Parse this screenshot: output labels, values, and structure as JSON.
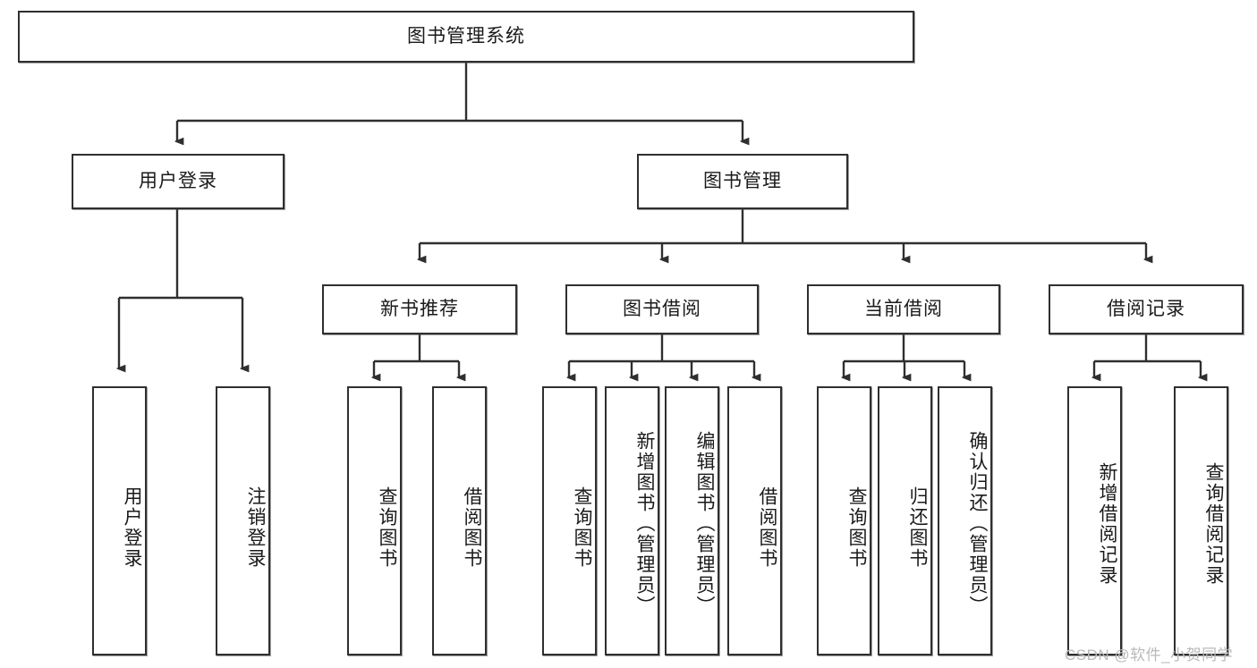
{
  "diagram": {
    "type": "hierarchy-tree",
    "title_node": {
      "label": "图书管理系统"
    },
    "level2": [
      {
        "label": "用户登录"
      },
      {
        "label": "图书管理"
      }
    ],
    "level3": [
      {
        "label": "新书推荐"
      },
      {
        "label": "图书借阅"
      },
      {
        "label": "当前借阅"
      },
      {
        "label": "借阅记录"
      }
    ],
    "leaves": {
      "user_login": [
        {
          "label": "用户登录"
        },
        {
          "label": "注销登录"
        }
      ],
      "new_book_recommend": [
        {
          "label": "查询图书"
        },
        {
          "label": "借阅图书"
        }
      ],
      "book_borrow": [
        {
          "label": "查询图书"
        },
        {
          "label": "新增图书（管理员）"
        },
        {
          "label": "编辑图书（管理员）"
        },
        {
          "label": "借阅图书"
        }
      ],
      "current_borrow": [
        {
          "label": "查询图书"
        },
        {
          "label": "归还图书"
        },
        {
          "label": "确认归还（管理员）"
        }
      ],
      "borrow_record": [
        {
          "label": "新增借阅记录"
        },
        {
          "label": "查询借阅记录"
        }
      ]
    }
  },
  "watermark": {
    "text": "CSDN @软件_小贺同学"
  },
  "colors": {
    "border": "#2f2f2f",
    "background": "#ffffff",
    "text": "#1a1a1a",
    "watermark": "#b9b9b9"
  }
}
